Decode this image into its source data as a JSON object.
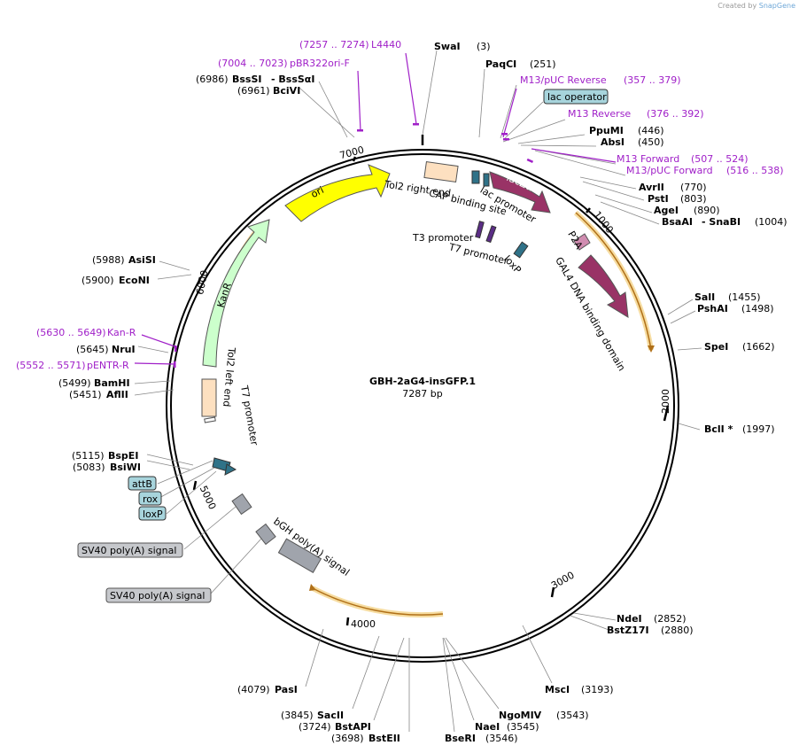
{
  "credit": {
    "prefix": "Created by",
    "brand": "SnapGene"
  },
  "plasmid": {
    "name": "GBH-2aG4-insGFP.1",
    "length": "7287 bp"
  },
  "ticks": [
    "1000",
    "2000",
    "3000",
    "4000",
    "5000",
    "6000",
    "7000"
  ],
  "labels": {
    "swai": [
      "SwaI",
      "(3)"
    ],
    "paqci": [
      "PaqCI",
      "(251)"
    ],
    "m13puc_rev": [
      "M13/pUC Reverse",
      "(357 .. 379)"
    ],
    "lac_operator": "lac operator",
    "m13rev": [
      "M13 Reverse",
      "(376 .. 392)"
    ],
    "ppumi": [
      "PpuMI",
      "(446)"
    ],
    "absi": [
      "AbsI",
      "(450)"
    ],
    "m13fwd": [
      "M13 Forward",
      "(507 .. 524)"
    ],
    "m13puc_fwd": [
      "M13/pUC Forward",
      "(516 .. 538)"
    ],
    "avrii": [
      "AvrII",
      "(770)"
    ],
    "psti": [
      "PstI",
      "(803)"
    ],
    "agei": [
      "AgeI",
      "(890)"
    ],
    "bsaai": [
      "BsaAI",
      "- SnaBI",
      "(1004)"
    ],
    "sali": [
      "SalI",
      "(1455)"
    ],
    "pshai": [
      "PshAI",
      "(1498)"
    ],
    "spei": [
      "SpeI",
      "(1662)"
    ],
    "bcli": [
      "BclI *",
      "(1997)"
    ],
    "ndei": [
      "NdeI",
      "(2852)"
    ],
    "bstz17i": [
      "BstZ17I",
      "(2880)"
    ],
    "msci": [
      "MscI",
      "(3193)"
    ],
    "ngomiv": [
      "NgoMIV",
      "(3543)"
    ],
    "naei": [
      "NaeI",
      "(3545)"
    ],
    "bseri": [
      "BseRI",
      "(3546)"
    ],
    "bsteii": [
      "(3698)",
      "BstEII"
    ],
    "bstapi": [
      "(3724)",
      "BstAPI"
    ],
    "sacii": [
      "(3845)",
      "SacII"
    ],
    "pasi": [
      "(4079)",
      "PasI"
    ],
    "bsiwi": [
      "(5083)",
      "BsiWI"
    ],
    "bspei": [
      "(5115)",
      "BspEI"
    ],
    "aflii": [
      "(5451)",
      "AflII"
    ],
    "bamhi": [
      "(5499)",
      "BamHI"
    ],
    "pentr": [
      "(5552 .. 5571)",
      "pENTR-R"
    ],
    "nrui": [
      "(5645)",
      "NruI"
    ],
    "kanr_primer": [
      "(5630 .. 5649)",
      "Kan-R"
    ],
    "econi": [
      "(5900)",
      "EcoNI"
    ],
    "asisi": [
      "(5988)",
      "AsiSI"
    ],
    "bcivi": [
      "(6961)",
      "BciVI"
    ],
    "bsssi": [
      "(6986)",
      "BssSI",
      "- BssSαI"
    ],
    "pbr322": [
      "(7004 .. 7023)",
      "pBR322ori-F"
    ],
    "l4440": [
      "(7257 .. 7274)",
      "L4440"
    ]
  },
  "features": {
    "ori": "ori",
    "kanr": "KanR",
    "laczalpha": "lacZα",
    "gal4": "GAL4 DNA binding domain",
    "p2a": "P2A",
    "tol2_right": "Tol2 right end",
    "cap": "CAP binding site",
    "lac_promoter": "lac promoter",
    "t3": "T3 promoter",
    "t7_top": "T7 promoter",
    "loxp_inner": "loxP",
    "tol2_left": "Tol2 left end",
    "t7_left": "T7 promoter",
    "bgh": "bGH poly(A) signal",
    "attb": "attB",
    "rox": "rox",
    "loxp": "loxP",
    "sv40_1": "SV40 poly(A) signal",
    "sv40_2": "SV40 poly(A) signal"
  },
  "colors": {
    "ori": "#ffff00",
    "kanr": "#ccffcc",
    "purple_feature": "#993366",
    "orf": "#f0b050",
    "site_box": "#a7d4dc",
    "polyA": "#a0a4ac",
    "primer": "#a020c8"
  }
}
